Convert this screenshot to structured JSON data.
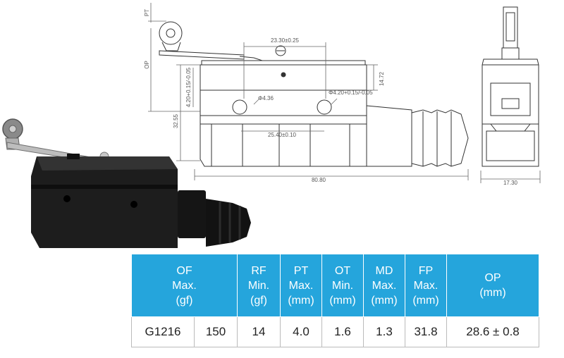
{
  "drawing": {
    "dims": {
      "pt": "PT",
      "op": "OP",
      "d2330": "23.30±0.25",
      "d420v": "4.20+0.15/-0.05",
      "d436": "Φ4.36",
      "d420h": "Φ4.20+0.15/-0.05",
      "d1472": "14.72",
      "d3255": "32.55",
      "d2540": "25.40±0.10",
      "d8080": "80.80",
      "d1730": "17.30"
    }
  },
  "table": {
    "headers": [
      {
        "lines": [
          "OF",
          "Max.",
          "(gf)"
        ]
      },
      {
        "lines": [
          "RF",
          "Min.",
          "(gf)"
        ]
      },
      {
        "lines": [
          "PT",
          "Max.",
          "(mm)"
        ]
      },
      {
        "lines": [
          "OT",
          "Min.",
          "(mm)"
        ]
      },
      {
        "lines": [
          "MD",
          "Max.",
          "(mm)"
        ]
      },
      {
        "lines": [
          "FP",
          "Max.",
          "(mm)"
        ]
      },
      {
        "lines": [
          "OP",
          "(mm)"
        ]
      }
    ],
    "row": {
      "model": "G1216",
      "of": "150",
      "rf": "14",
      "pt": "4.0",
      "ot": "1.6",
      "md": "1.3",
      "fp": "31.8",
      "op": "28.6 ± 0.8"
    }
  }
}
